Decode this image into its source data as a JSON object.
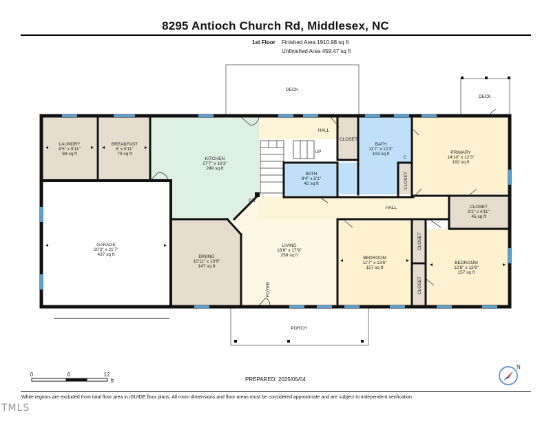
{
  "title": "8295 Antioch Church Rd, Middlesex, NC",
  "floor": {
    "name": "1st Floor",
    "finished": "Finished Area 1910.98 sq ft",
    "unfinished": "Unfinished Area 459.47 sq ft"
  },
  "rooms": {
    "laundry": {
      "name": "LAUNDRY",
      "dims": "8'5\" x 9'11\"",
      "area": "84 sq ft"
    },
    "breakfast": {
      "name": "BREAKFAST",
      "dims": "8' x 9'11\"",
      "area": "79 sq ft"
    },
    "kitchen": {
      "name": "KITCHEN",
      "dims": "17'7\" x 16'3\"",
      "area": "249 sq ft"
    },
    "bath1": {
      "name": "BATH",
      "dims": "11'7\" x 12'3\"",
      "area": "103 sq ft"
    },
    "bath2": {
      "name": "BATH",
      "dims": "8'4\" x 5'1\"",
      "area": "42 sq ft"
    },
    "primary": {
      "name": "PRIMARY",
      "dims": "14'10\" x 12'3\"",
      "area": "182 sq ft"
    },
    "garage": {
      "name": "GARAGE",
      "dims": "20'3\" x 21'7\"",
      "area": "437 sq ft"
    },
    "dining": {
      "name": "DINING",
      "dims": "10'11\" x 13'9\"",
      "area": "147 sq ft"
    },
    "living": {
      "name": "LIVING",
      "dims": "16'6\" x 17'9\"",
      "area": "259 sq ft"
    },
    "bedroom1": {
      "name": "BEDROOM",
      "dims": "11'7\" x 13'6\"",
      "area": "157 sq ft"
    },
    "bedroom2": {
      "name": "BEDROOM",
      "dims": "12'8\" x 13'6\"",
      "area": "157 sq ft"
    },
    "closet_hall": {
      "name": "CLOSET",
      "dims": "9'2\" x 4'11\"",
      "area": "45 sq ft"
    }
  },
  "labels": {
    "deck": "DECK",
    "deck2": "DECK",
    "hall_top": "HALL",
    "hall_mid": "HALL",
    "closet": "CLOSET",
    "up": "UP",
    "dn": "DN",
    "c": "C",
    "foyer": "FOYER",
    "porch": "PORCH"
  },
  "scale": {
    "ticks": [
      "0",
      "6",
      "12"
    ],
    "unit": "ft"
  },
  "prepared": "PREPARED: 2025/05/04",
  "footnote": "White regions are excluded from total floor area in iGUIDE floor plans. All room dimensions and floor areas must be considered approximate and are subject to independent verification.",
  "watermark": "TMLS",
  "colors": {
    "laundry": "#e6ddce",
    "kitchen": "#deefe3",
    "bath": "#bfe0f8",
    "primary": "#fdf1cf",
    "living": "#fdf7e3",
    "bedroom": "#fdf1cf",
    "dining": "#e6ddce",
    "closet": "#e6ddce",
    "window": "#5aa0d0",
    "wall": "#111111"
  }
}
